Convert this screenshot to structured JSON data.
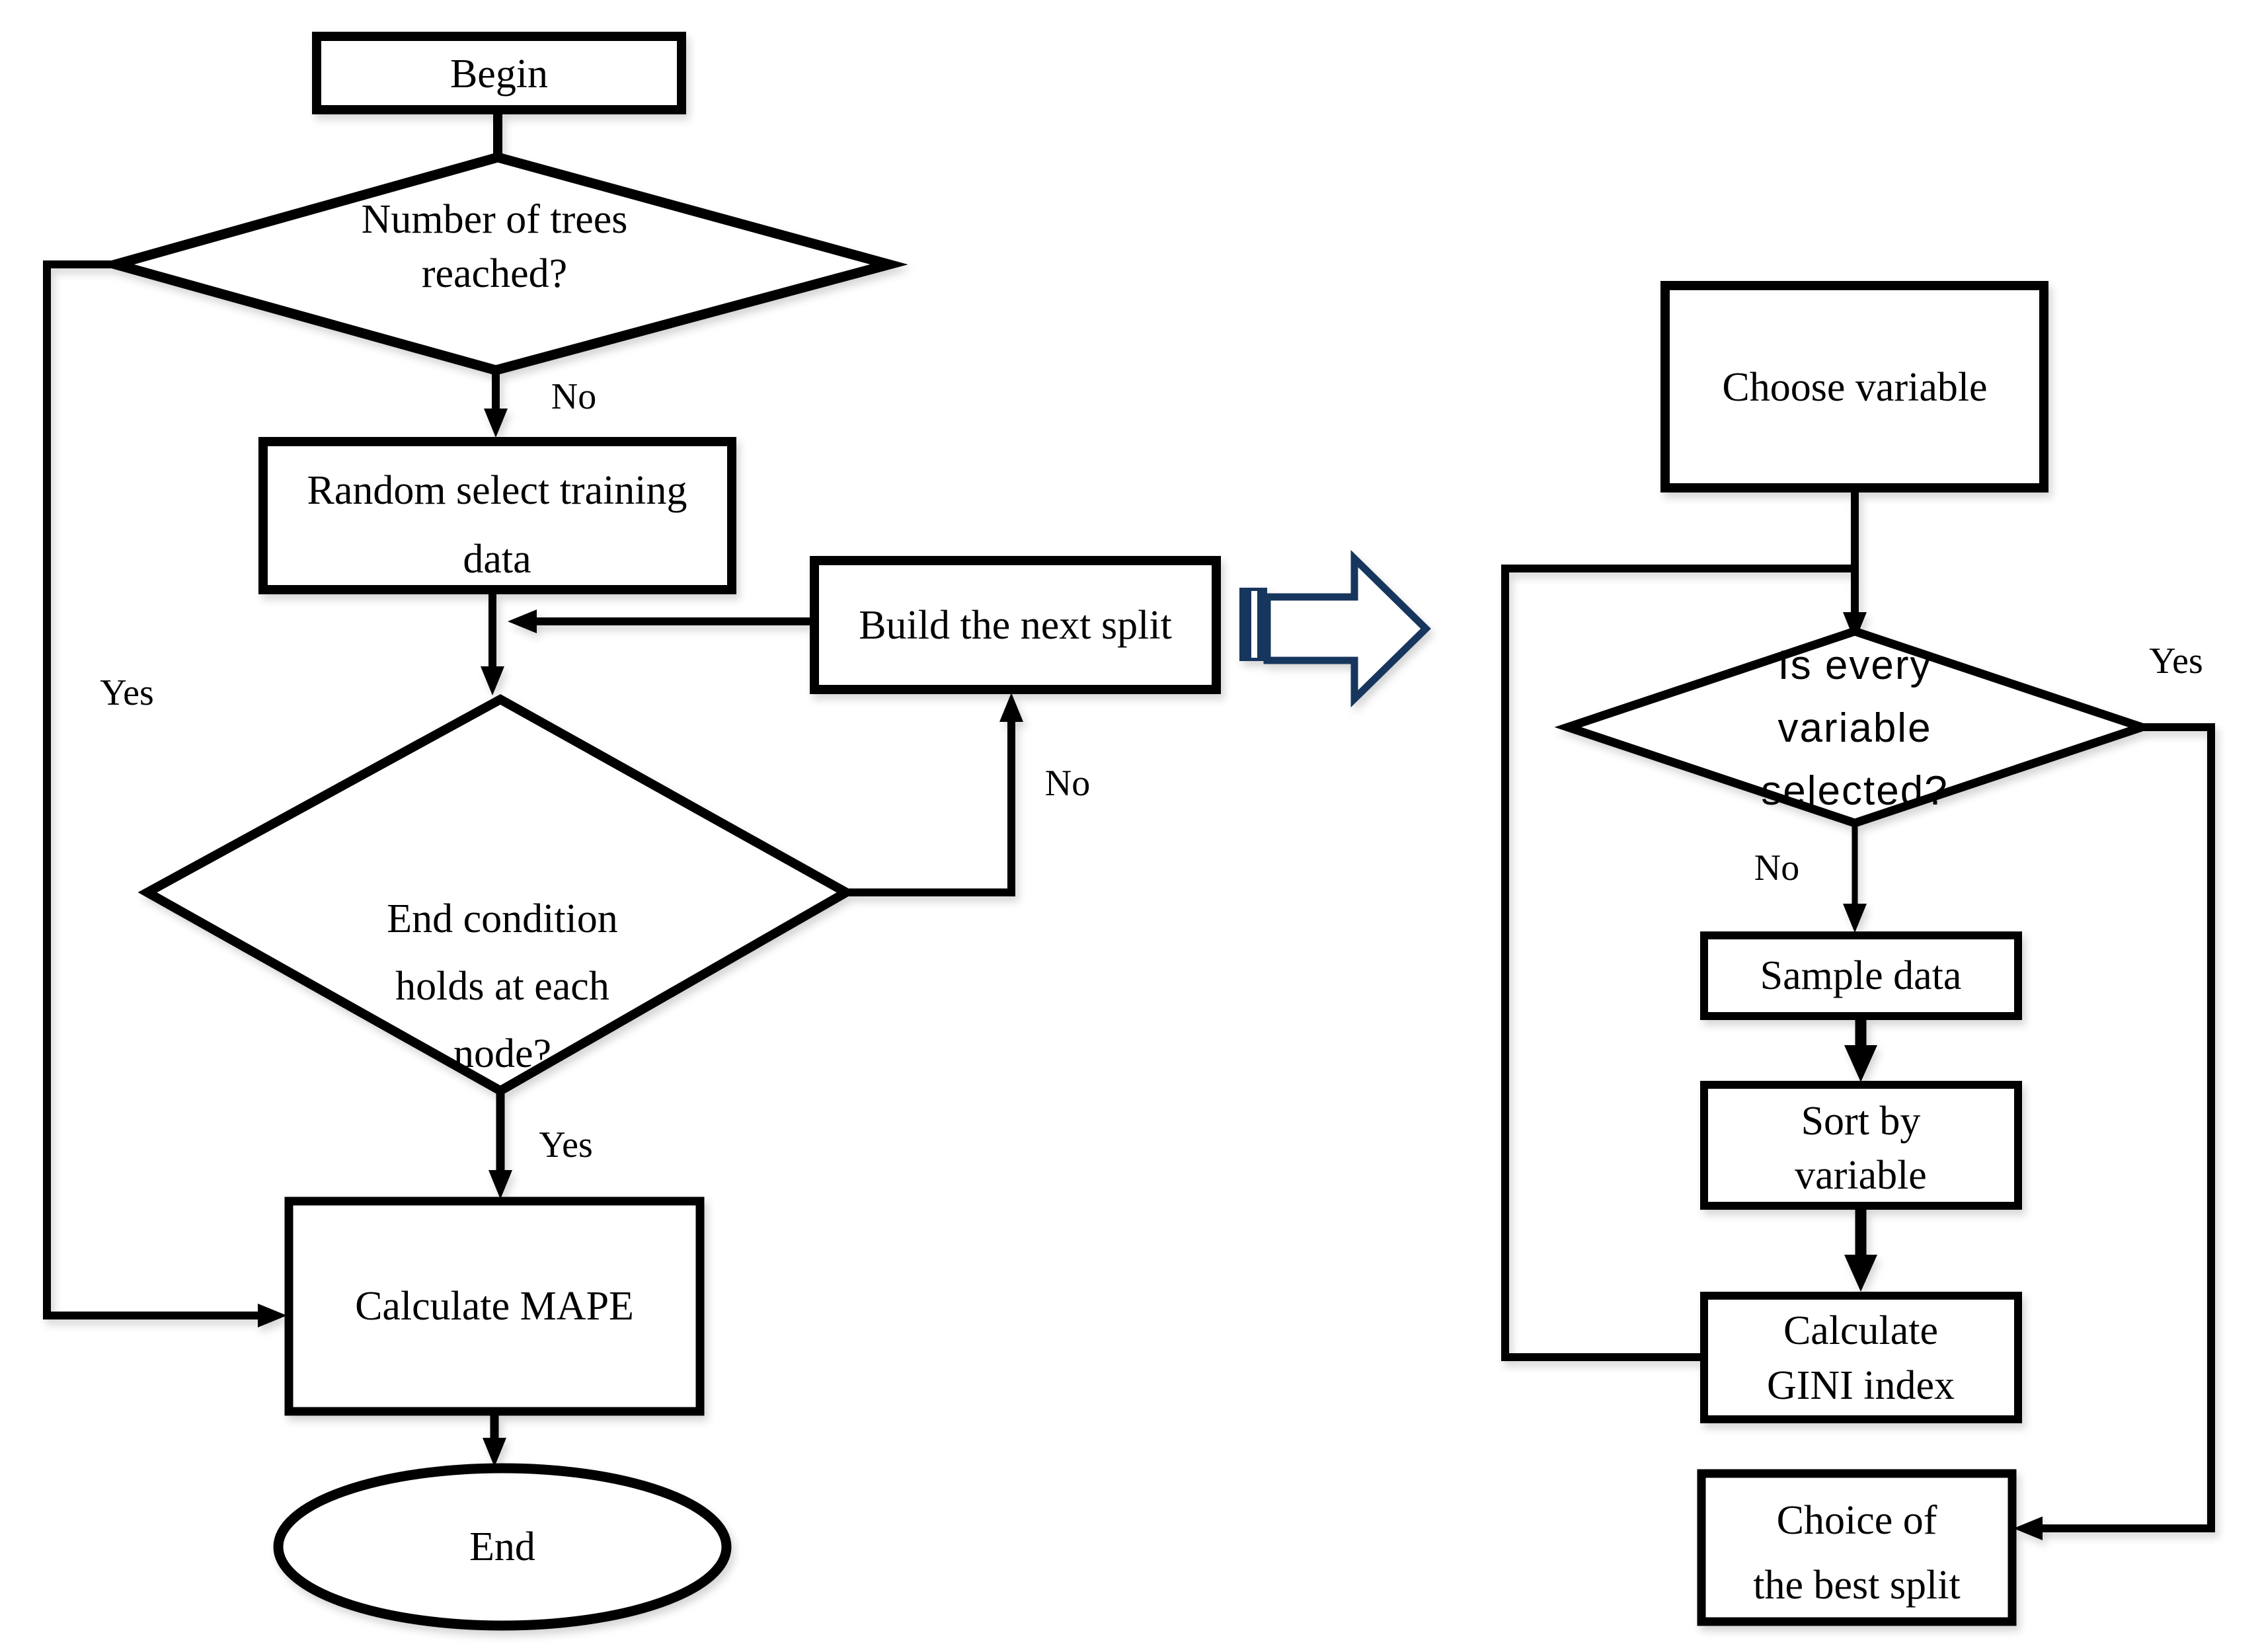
{
  "figure": {
    "background": "#ffffff",
    "line_color": "#000000",
    "node_fill": "#ffffff",
    "transition_arrow_color": "#17365D"
  },
  "left_flow": {
    "begin_label": "Begin",
    "trees_decision": {
      "line1": "Number of trees",
      "line2": "reached?"
    },
    "no_to_random": "No",
    "random_select": {
      "line1": "Random select training",
      "line2": "data"
    },
    "build_split_label": "Build the next split",
    "no_to_build": "No",
    "end_condition": {
      "line1": "End condition",
      "line2": "holds at each",
      "line3": "node?"
    },
    "yes_to_mape": "Yes",
    "yes_loop_to_mape": "Yes",
    "calculate_mape_label": "Calculate MAPE",
    "end_label": "End"
  },
  "right_flow": {
    "choose_variable_label": "Choose variable",
    "variable_decision": {
      "line1": "Is every",
      "line2": "variable",
      "line3": "selected?"
    },
    "yes_to_choice": "Yes",
    "no_to_sample": "No",
    "sample_data_label": "Sample data",
    "sort_by": {
      "line1": "Sort by",
      "line2": "variable"
    },
    "calculate_gini": {
      "line1": "Calculate",
      "line2": "GINI index"
    },
    "best_split": {
      "line1": "Choice of",
      "line2": "the best split"
    }
  }
}
